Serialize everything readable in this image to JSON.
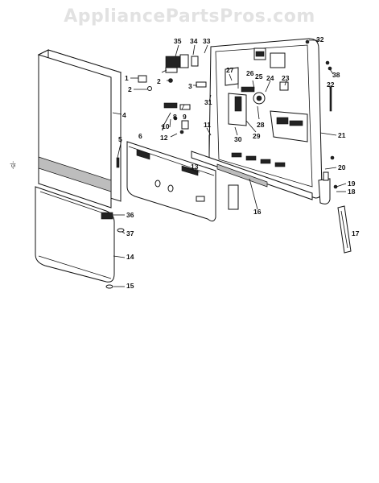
{
  "watermark": "AppliancePartsPros.com",
  "margin_mark": "-|5-",
  "callouts": [
    {
      "id": "1",
      "text": "1"
    },
    {
      "id": "2a",
      "text": "2"
    },
    {
      "id": "2b",
      "text": "2"
    },
    {
      "id": "3",
      "text": "3"
    },
    {
      "id": "4",
      "text": "4"
    },
    {
      "id": "5",
      "text": "5"
    },
    {
      "id": "6",
      "text": "6"
    },
    {
      "id": "7",
      "text": "7"
    },
    {
      "id": "8",
      "text": "8"
    },
    {
      "id": "9",
      "text": "9"
    },
    {
      "id": "10",
      "text": "10"
    },
    {
      "id": "11",
      "text": "11"
    },
    {
      "id": "12",
      "text": "12"
    },
    {
      "id": "13",
      "text": "13"
    },
    {
      "id": "14",
      "text": "14"
    },
    {
      "id": "15",
      "text": "15"
    },
    {
      "id": "16",
      "text": "16"
    },
    {
      "id": "17",
      "text": "17"
    },
    {
      "id": "18",
      "text": "18"
    },
    {
      "id": "19",
      "text": "19"
    },
    {
      "id": "20",
      "text": "20"
    },
    {
      "id": "21",
      "text": "21"
    },
    {
      "id": "22",
      "text": "22"
    },
    {
      "id": "23",
      "text": "23"
    },
    {
      "id": "24",
      "text": "24"
    },
    {
      "id": "25",
      "text": "25"
    },
    {
      "id": "26",
      "text": "26"
    },
    {
      "id": "27",
      "text": "27"
    },
    {
      "id": "28",
      "text": "28"
    },
    {
      "id": "29",
      "text": "29"
    },
    {
      "id": "30",
      "text": "30"
    },
    {
      "id": "31",
      "text": "31"
    },
    {
      "id": "32",
      "text": "32"
    },
    {
      "id": "33",
      "text": "33"
    },
    {
      "id": "34",
      "text": "34"
    },
    {
      "id": "35",
      "text": "35"
    },
    {
      "id": "36",
      "text": "36"
    },
    {
      "id": "37",
      "text": "37"
    },
    {
      "id": "38a",
      "text": "38"
    },
    {
      "id": "38b",
      "text": "38"
    }
  ]
}
